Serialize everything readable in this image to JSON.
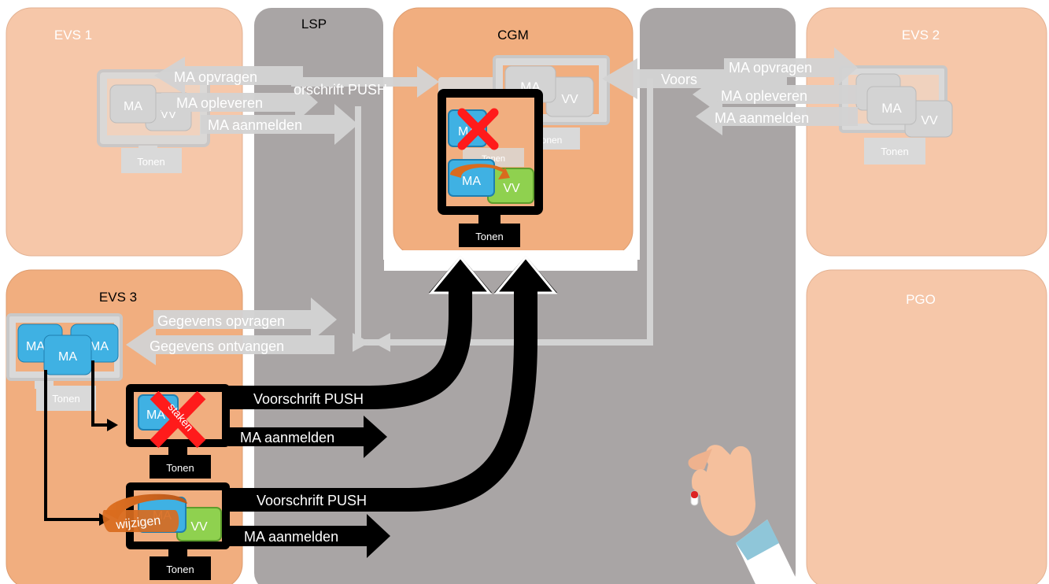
{
  "zones": {
    "evs1": "EVS 1",
    "lsp": "LSP",
    "cgm": "CGM",
    "evs2": "EVS 2",
    "evs3": "EVS 3",
    "pgo": "PGO"
  },
  "labels": {
    "ma": "MA",
    "vv": "VV",
    "tonen": "Tonen",
    "tonen_partial": "Tonen",
    "staken": "staken",
    "wijzigen": "wijzigen"
  },
  "arrows": {
    "evs1_opvragen": "MA opvragen",
    "evs1_opleveren": "MA opleveren",
    "evs1_aanmelden": "MA aanmelden",
    "evs1_push_partial": "orschrift PUSH",
    "evs2_opvragen": "MA opvragen",
    "evs2_opleveren": "MA opleveren",
    "evs2_aanmelden": "MA aanmelden",
    "evs2_push_partial": "Voors",
    "evs3_opvragen": "Gegevens opvragen",
    "evs3_ontvangen": "Gegevens ontvangen",
    "evs3_push1": "Voorschrift PUSH",
    "evs3_aanmelden1": "MA aanmelden",
    "evs3_push2": "Voorschrift PUSH",
    "evs3_aanmelden2": "MA aanmelden"
  },
  "colors": {
    "zone_light": "#f6c7a9",
    "zone_dark": "#f1ae7f",
    "lsp_gray": "#a9a5a5",
    "ma_blue": "#3fb1e3",
    "vv_green": "#8fd14f",
    "arrow_gray": "#d3d3d3",
    "cross_red": "#ff1b1b",
    "wijzigen_orange": "#d96b1e"
  }
}
